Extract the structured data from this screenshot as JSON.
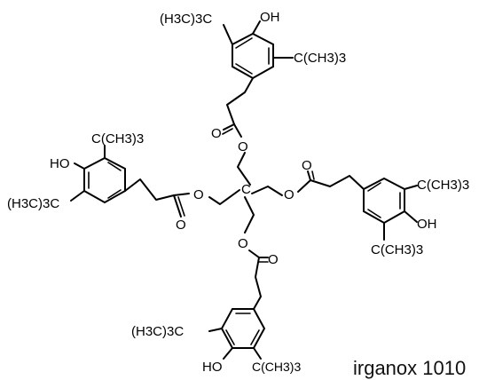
{
  "molecule": {
    "center_atom": "C",
    "labels": {
      "top_tbu_left": "(H3C)3C",
      "top_oh": "OH",
      "top_tbu_right": "C(CH3)3",
      "top_carbonyl_o": "O",
      "top_ester_o": "O",
      "left_tbu_top": "C(CH3)3",
      "left_oh": "HO",
      "left_tbu_bottom": "(H3C)3C",
      "left_ester_o": "O",
      "left_carbonyl_o": "O",
      "right_ester_o": "O",
      "right_carbonyl_o": "O",
      "right_tbu_top": "C(CH3)3",
      "right_oh": "OH",
      "right_tbu_bottom": "C(CH3)3",
      "bottom_ester_o": "O",
      "bottom_carbonyl_o": "O",
      "bottom_tbu_left": "(H3C)3C",
      "bottom_oh": "HO",
      "bottom_tbu_right": "C(CH3)3"
    }
  },
  "caption": "irganox 1010"
}
